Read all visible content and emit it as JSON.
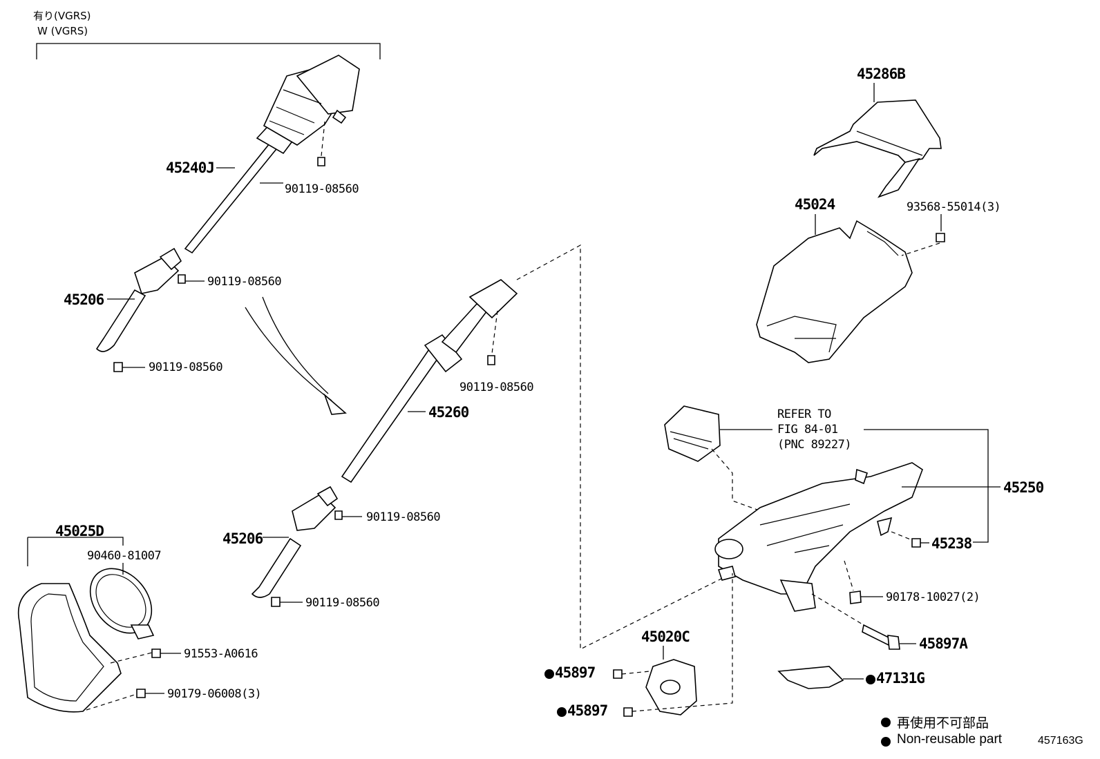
{
  "header": {
    "variant_jp": "有り(VGRS)",
    "variant_en": "W (VGRS)"
  },
  "labels": {
    "p45240J": "45240J",
    "p45206_a": "45206",
    "p45206_b": "45206",
    "p45260": "45260",
    "p45025D": "45025D",
    "p45286B": "45286B",
    "p45024": "45024",
    "p45250": "45250",
    "p45238": "45238",
    "p45897A": "45897A",
    "p45020C": "45020C",
    "p45897_a": "45897",
    "p45897_b": "45897",
    "p47131G": "47131G",
    "bolt_a": "90119-08560",
    "bolt_b": "90119-08560",
    "bolt_c": "90119-08560",
    "bolt_d": "90119-08560",
    "bolt_e": "90119-08560",
    "bolt_f": "90119-08560",
    "seal": "90460-81007",
    "screw_a": "91553-A0616",
    "nut_a": "90179-06008(3)",
    "screw_cover": "93568-55014(3)",
    "nut_b": "90178-10027(2)"
  },
  "refer": {
    "line1": "REFER TO",
    "line2": "FIG 84-01",
    "line3": "(PNC 89227)"
  },
  "legend": {
    "jp": "再使用不可部品",
    "en": "Non-reusable part"
  },
  "figure_id": "457163G",
  "colors": {
    "ink": "#000000",
    "paper": "#ffffff"
  }
}
